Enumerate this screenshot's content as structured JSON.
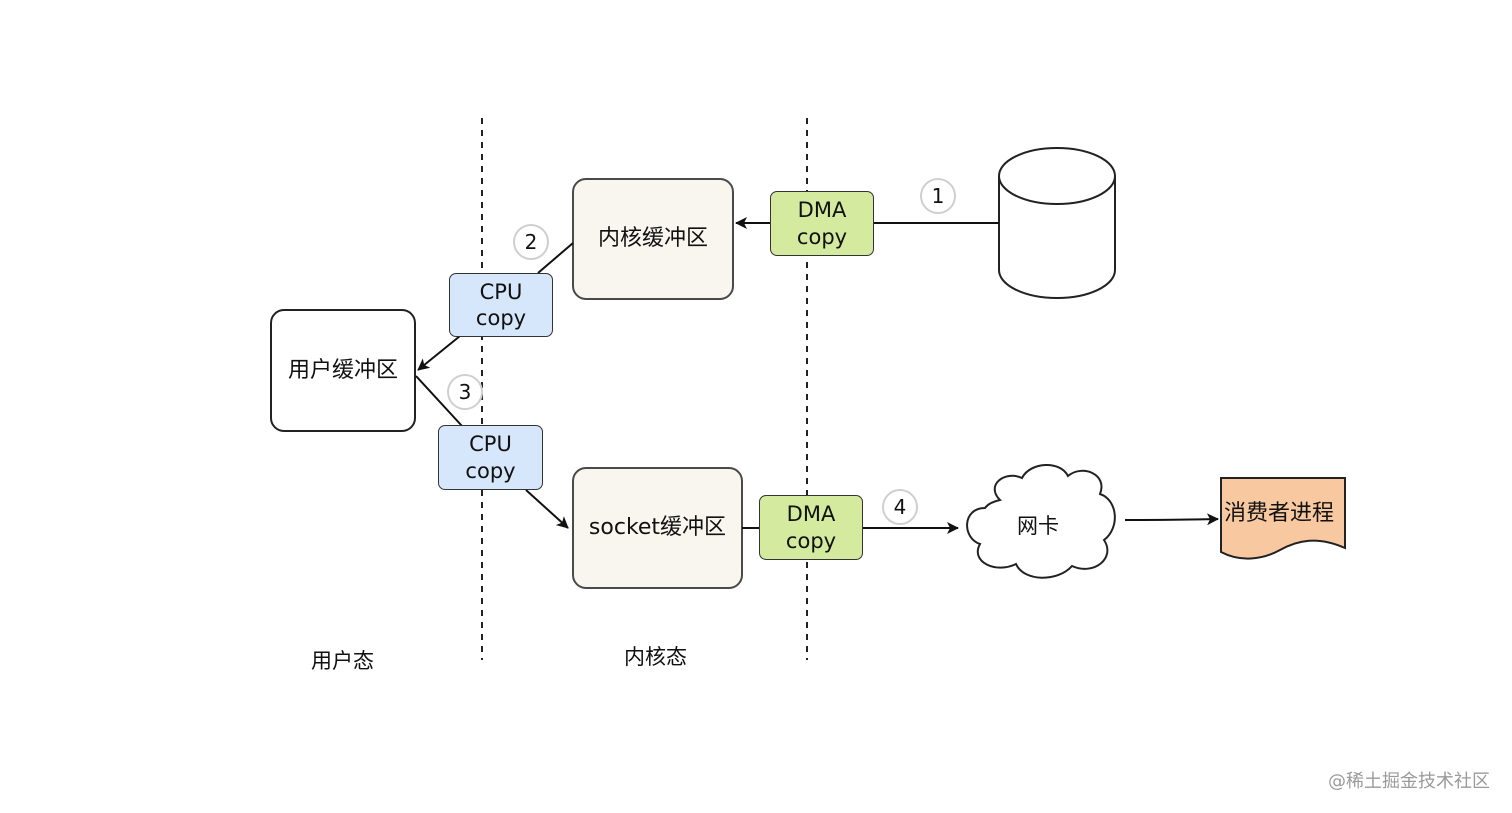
{
  "regions": {
    "user_mode": "用户态",
    "kernel_mode": "内核态"
  },
  "nodes": {
    "kernel_buffer": "内核缓冲区",
    "user_buffer": "用户缓冲区",
    "socket_buffer": "socket缓冲区",
    "nic": "网卡",
    "consumer": "消费者进程"
  },
  "copies": {
    "dma_read": {
      "line1": "DMA",
      "line2": "copy"
    },
    "cpu_read": {
      "line1": "CPU",
      "line2": "copy"
    },
    "cpu_write": {
      "line1": "CPU",
      "line2": "copy"
    },
    "dma_send": {
      "line1": "DMA",
      "line2": "copy"
    }
  },
  "steps": [
    "1",
    "2",
    "3",
    "4"
  ],
  "watermark": "@稀土掘金技术社区",
  "colors": {
    "buffer_fill": "#f8f6ee",
    "cpu_copy_fill": "#d6e6fb",
    "dma_copy_fill": "#d3ea9f",
    "consumer_fill": "#f8c9a0",
    "step_ring": "#cfcfcf"
  }
}
